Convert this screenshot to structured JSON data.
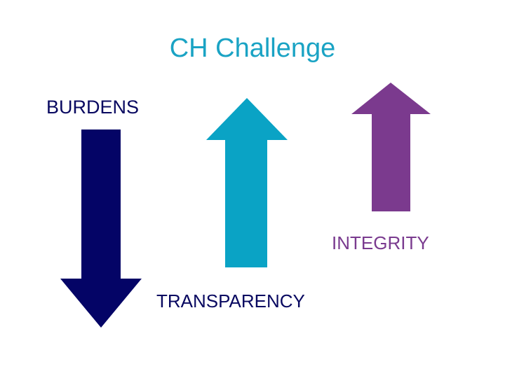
{
  "title": "CH Challenge",
  "labels": {
    "burdens": "BURDENS",
    "integrity": "INTEGRITY",
    "transparency": "TRANSPARENCY"
  },
  "arrows": [
    {
      "name": "burdens-arrow",
      "direction": "down",
      "color": "#040466"
    },
    {
      "name": "transparency-arrow",
      "direction": "up",
      "color": "#0aa3c5"
    },
    {
      "name": "integrity-arrow",
      "direction": "up",
      "color": "#7b3a8e"
    }
  ],
  "colors": {
    "title": "#1aa3c4",
    "burdens_text": "#080860",
    "integrity_text": "#7a3b8f",
    "transparency_text": "#080860"
  }
}
